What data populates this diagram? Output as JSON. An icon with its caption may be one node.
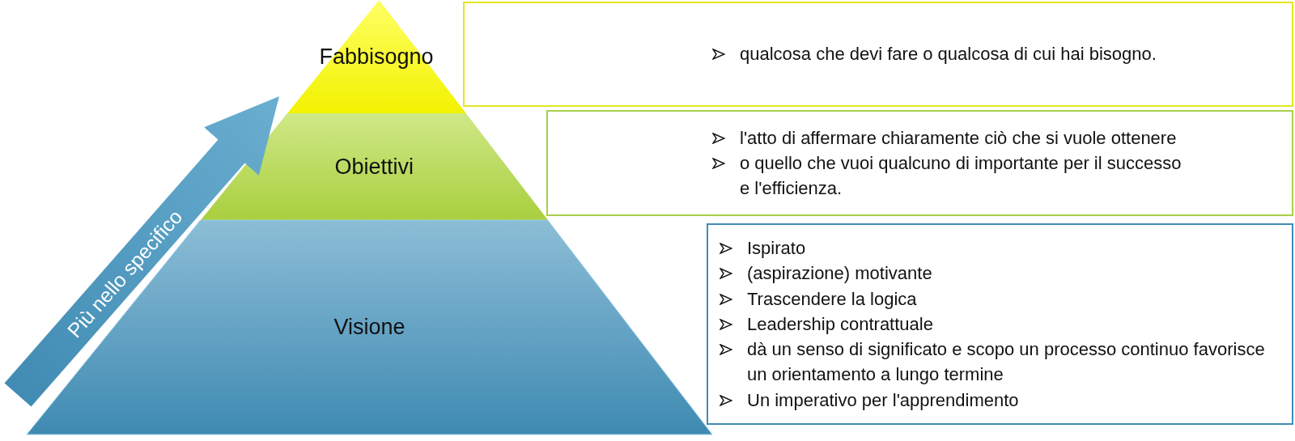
{
  "diagram": {
    "nodes": [
      {
        "text": [
          "Fabbisogno"
        ]
      },
      {
        "text": [
          "Obiettivi"
        ]
      },
      {
        "text": [
          "Visione"
        ]
      },
      {
        "text": [
          "qualcosa che devi fare o qualcosa di cui hai bisogno."
        ]
      },
      {
        "text": [
          "l'atto di affermare chiaramente ciò che si vuole ottenere",
          "o quello che vuoi qualcuno di importante per il successo e l'efficienza."
        ]
      },
      {
        "text": [
          "Ispirato",
          "(aspirazione) motivante",
          "Trascendere la logica",
          "Leadership contrattuale",
          "dà un senso di significato e scopo un processo continuo favorisce un orientamento a lungo termine",
          "Un imperativo per l'apprendimento"
        ]
      }
    ],
    "edges": [],
    "labels": [
      "Più nello specifico"
    ]
  }
}
